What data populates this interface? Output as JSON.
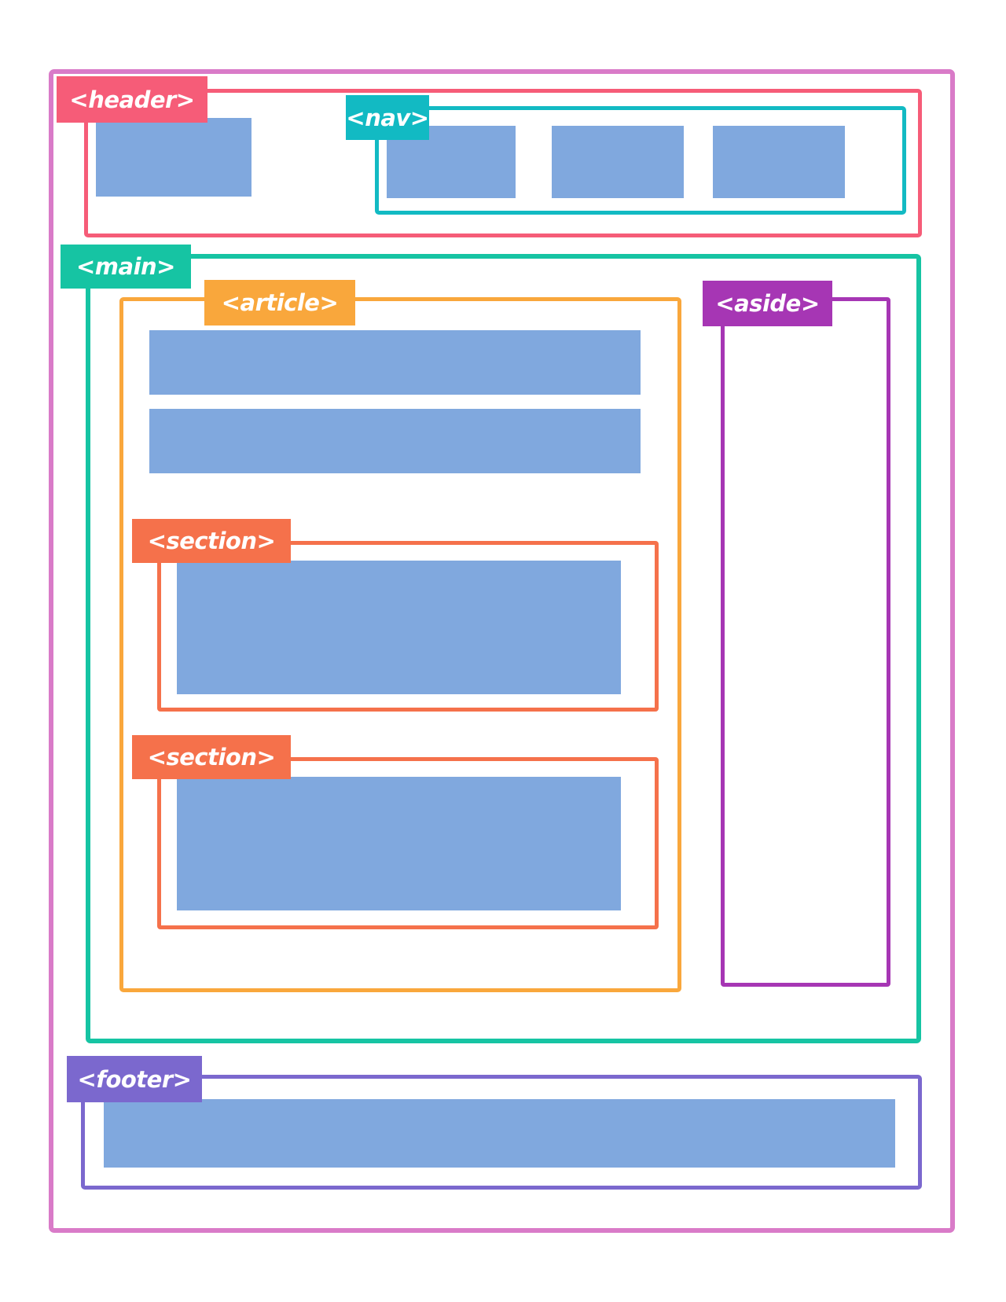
{
  "page": {
    "background": "#FFFFFF",
    "outline_color": "#D97BC8",
    "placeholder_fill": "#80A8DE",
    "label_text_color": "#FFFFFF"
  },
  "regions": {
    "header": {
      "tag": "<header>",
      "color": "#F65C78"
    },
    "nav": {
      "tag": "<nav>",
      "color": "#12BAC3"
    },
    "main": {
      "tag": "<main>",
      "color": "#16C4A3"
    },
    "article": {
      "tag": "<article>",
      "color": "#F9A73C"
    },
    "section1": {
      "tag": "<section>",
      "color": "#F5714B"
    },
    "section2": {
      "tag": "<section>",
      "color": "#F5714B"
    },
    "aside": {
      "tag": "<aside>",
      "color": "#A636B4"
    },
    "footer": {
      "tag": "<footer>",
      "color": "#7B68CE"
    }
  }
}
